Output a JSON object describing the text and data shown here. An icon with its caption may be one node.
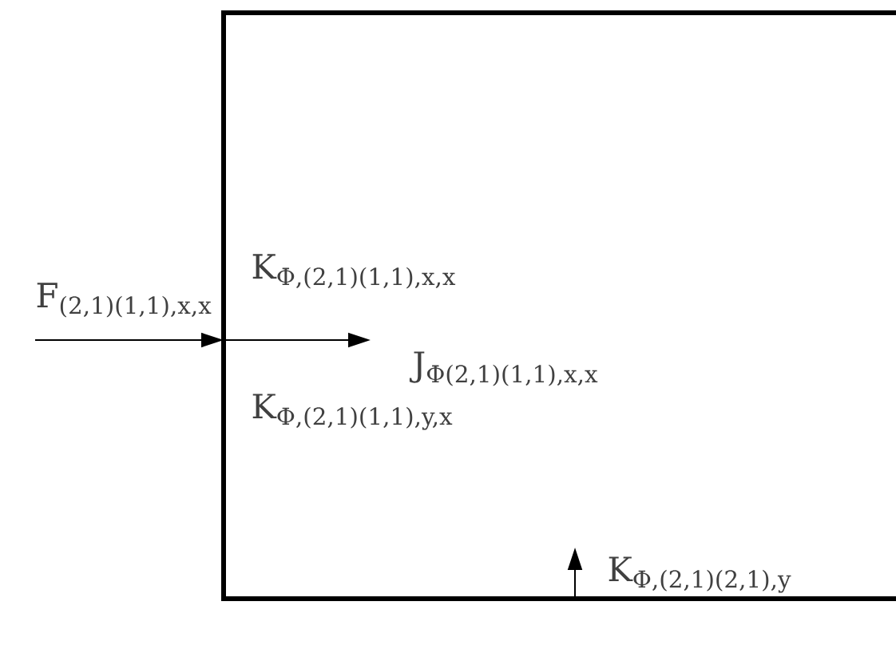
{
  "diagram": {
    "labels": [
      "F$_{(2,1)(1,1),x,x}$",
      "K$_{Φ,(2,1)(1,1),x,x}$",
      "J$_{Φ(2,1)(1,1),x,x}$",
      "K$_{Φ,(2,1)(1,1),y,x}$",
      "K$_{Φ,(2,1)(2,1),y}$"
    ]
  }
}
